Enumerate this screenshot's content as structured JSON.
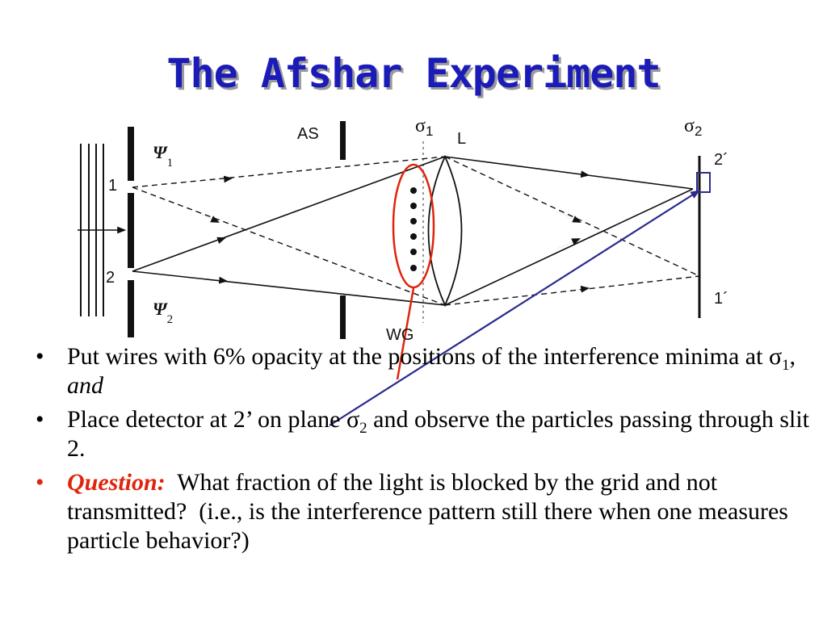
{
  "title": "The Afshar Experiment",
  "diagram": {
    "slit_1_label": "1",
    "slit_2_label": "2",
    "psi_symbol": "Ψ",
    "psi_1_sub": "1",
    "psi_2_sub": "2",
    "aperture_stop_label": "AS",
    "sigma_symbol": "σ",
    "sigma_1_sub": "1",
    "sigma_2_sub": "2",
    "lens_label": "L",
    "wire_grid_label": "WG",
    "image_2_label": "2´",
    "image_1_label": "1´"
  },
  "bullets": [
    {
      "text_before": "Put wires with 6% opacity at the positions of the interference minima at ",
      "symbol": "σ",
      "subscript": "1",
      "text_after": ",  ",
      "italic_suffix": "and"
    },
    {
      "text_before": "Place detector at 2’ on plane ",
      "symbol": "σ",
      "subscript": "2",
      "text_after": " and observe the particles passing through slit 2."
    },
    {
      "question_label": "Question:",
      "text": "  What fraction of the light is blocked by the grid and not transmitted?  (i.e., is the interference pattern still there when one measures particle behavior?)"
    }
  ],
  "colors": {
    "title": "#1b1bb8",
    "title_shadow": "#9a9a9a",
    "highlight_ellipse": "#e0240c",
    "pointer_line": "#2b2b8f",
    "question": "#e0240c"
  }
}
